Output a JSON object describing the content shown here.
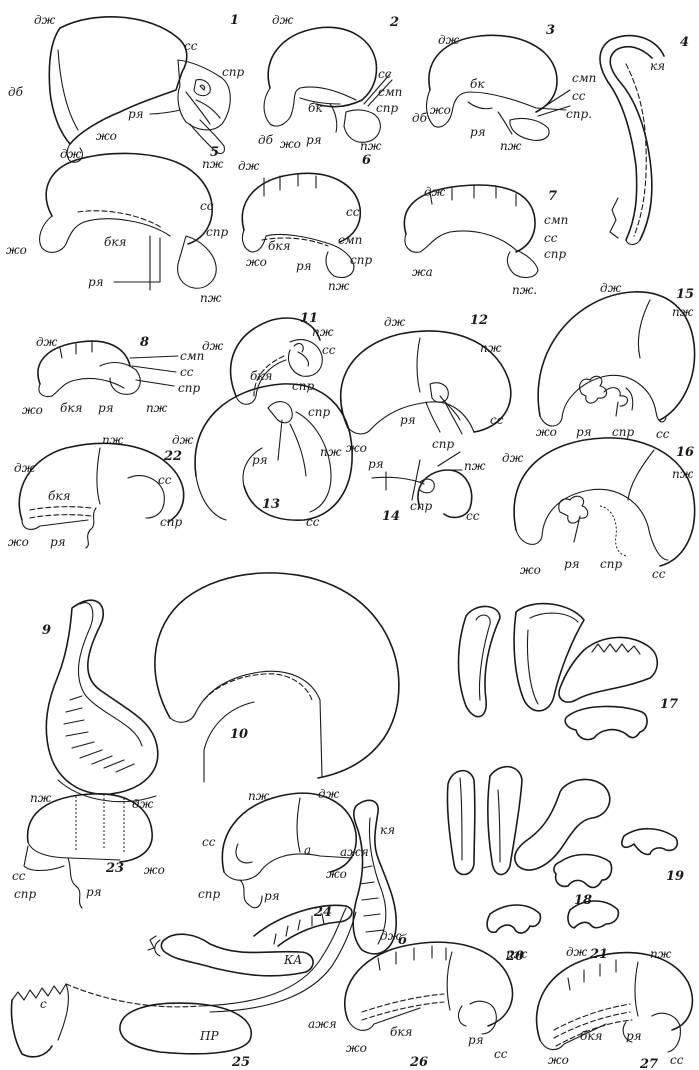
{
  "labels": {
    "dzh": "дж",
    "ss": "сс",
    "spr": "спр",
    "db": "дб",
    "zho": "жо",
    "rya": "ря",
    "pzh": "пж",
    "bk": "бк",
    "smp": "смп",
    "bkya": "бкя",
    "ka": "КА",
    "ka_lower": "кя",
    "spr_dot": "спр.",
    "pzh_dot": "пж.",
    "zha": "жа",
    "ajya": "ажя",
    "pr": "ПР",
    "s": "с",
    "a": "а",
    "b": "б"
  },
  "numbers": [
    "1",
    "2",
    "3",
    "4",
    "5",
    "6",
    "7",
    "8",
    "9",
    "10",
    "11",
    "12",
    "13",
    "14",
    "15",
    "16",
    "17",
    "18",
    "19",
    "20",
    "21",
    "22",
    "23",
    "24",
    "25",
    "26",
    "27"
  ]
}
